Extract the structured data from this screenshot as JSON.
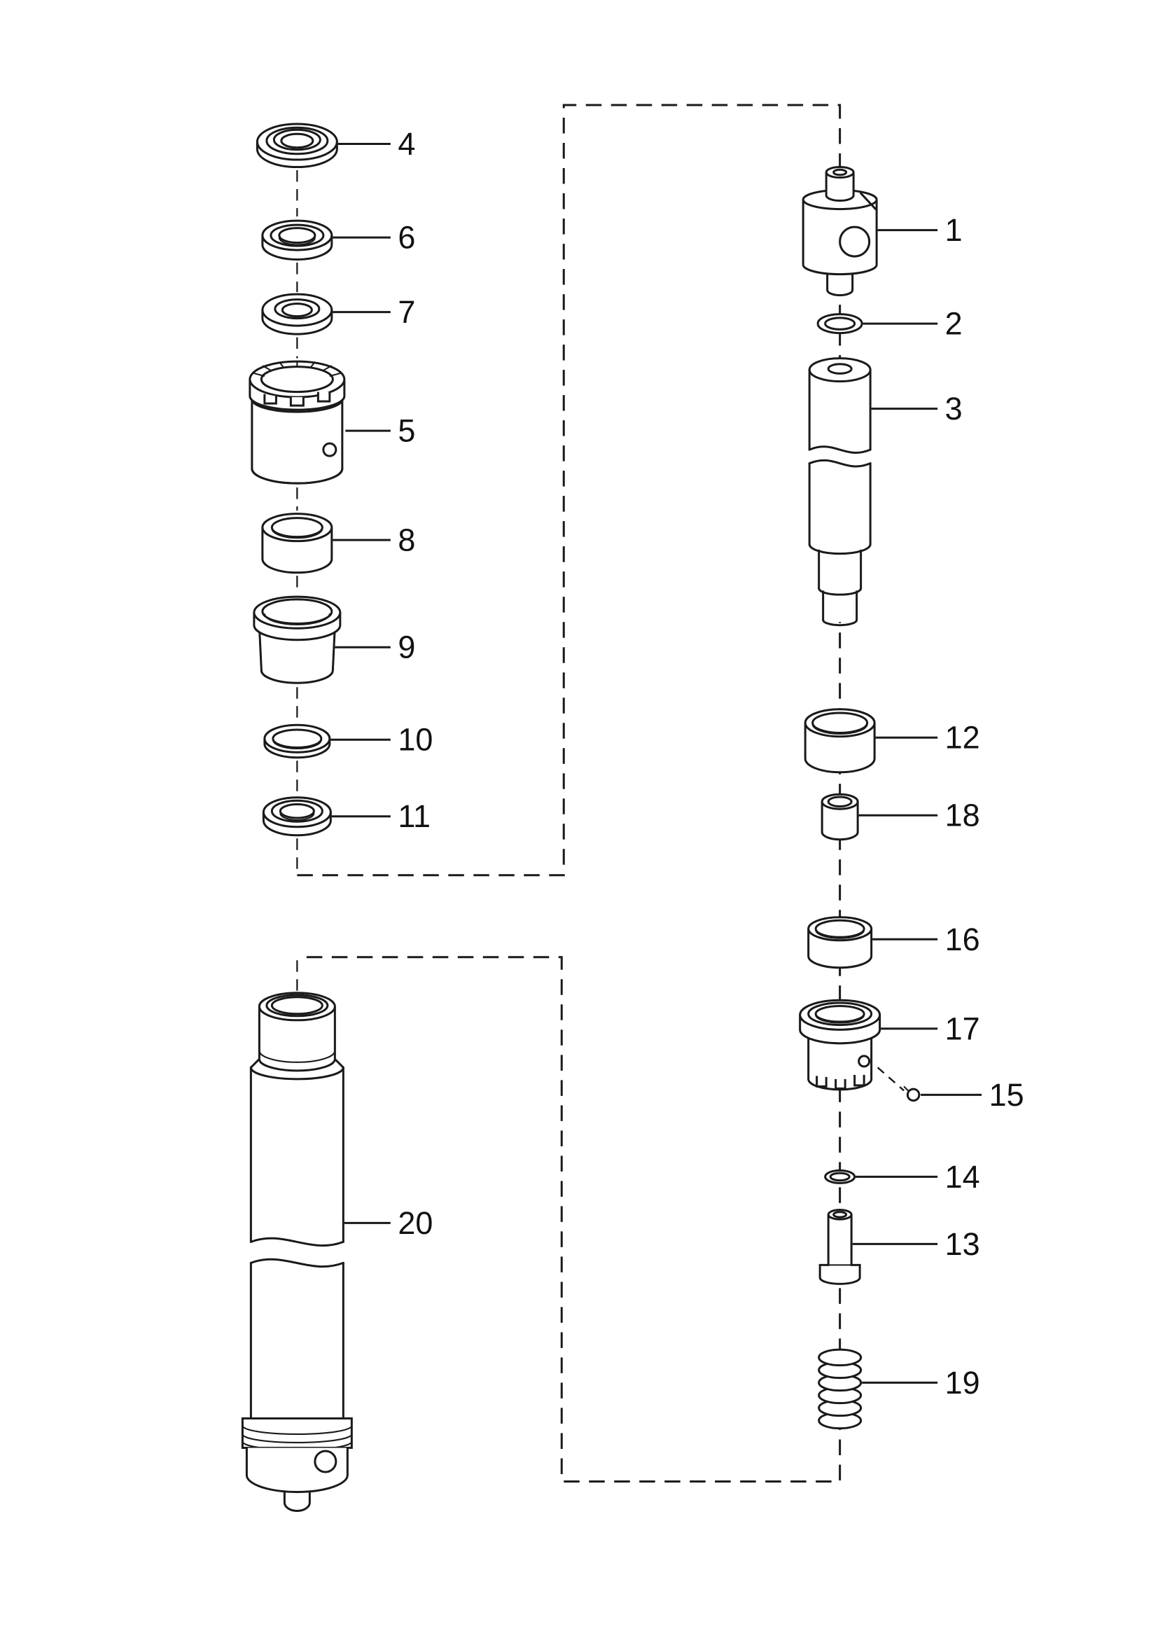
{
  "figure": {
    "kind": "exploded-parts-diagram",
    "background_color": "#ffffff",
    "line_color": "#1a1a1a",
    "groups": [
      {
        "name": "upper-seal-subassembly-box"
      },
      {
        "name": "lower-cylinder-subassembly-box"
      }
    ]
  },
  "callouts": {
    "p1": {
      "number": "1",
      "part": "connector-fitting"
    },
    "p2": {
      "number": "2",
      "part": "o-ring"
    },
    "p3": {
      "number": "3",
      "part": "plunger-tube"
    },
    "p4": {
      "number": "4",
      "part": "seal-cap"
    },
    "p5": {
      "number": "5",
      "part": "castellated-retainer-cap"
    },
    "p6": {
      "number": "6",
      "part": "washer"
    },
    "p7": {
      "number": "7",
      "part": "seal-ring"
    },
    "p8": {
      "number": "8",
      "part": "bushing"
    },
    "p9": {
      "number": "9",
      "part": "cup-bushing"
    },
    "p10": {
      "number": "10",
      "part": "thin-washer"
    },
    "p11": {
      "number": "11",
      "part": "washer-ring"
    },
    "p12": {
      "number": "12",
      "part": "sleeve-bushing"
    },
    "p13": {
      "number": "13",
      "part": "valve-pin"
    },
    "p14": {
      "number": "14",
      "part": "small-o-ring"
    },
    "p15": {
      "number": "15",
      "part": "set-screw"
    },
    "p16": {
      "number": "16",
      "part": "spacer-sleeve"
    },
    "p17": {
      "number": "17",
      "part": "castellated-nozzle-cap"
    },
    "p18": {
      "number": "18",
      "part": "small-spacer"
    },
    "p19": {
      "number": "19",
      "part": "coil-spring"
    },
    "p20": {
      "number": "20",
      "part": "cylinder-body"
    }
  }
}
